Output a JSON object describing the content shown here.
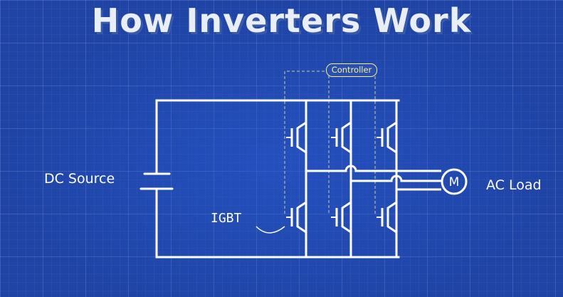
{
  "title": "How Inverters Work",
  "labels": {
    "dc_source": "DC Source",
    "ac_load": "AC Load",
    "igbt": "IGBT",
    "controller": "Controller",
    "motor": "M"
  },
  "colors": {
    "background": "#1f44a6",
    "wire": "#ffffff",
    "controller_accent": "#f2f08a",
    "control_line": "#e8e68a"
  },
  "icons": {
    "source": "battery-icon",
    "switch": "igbt-transistor-icon",
    "load": "motor-icon"
  }
}
